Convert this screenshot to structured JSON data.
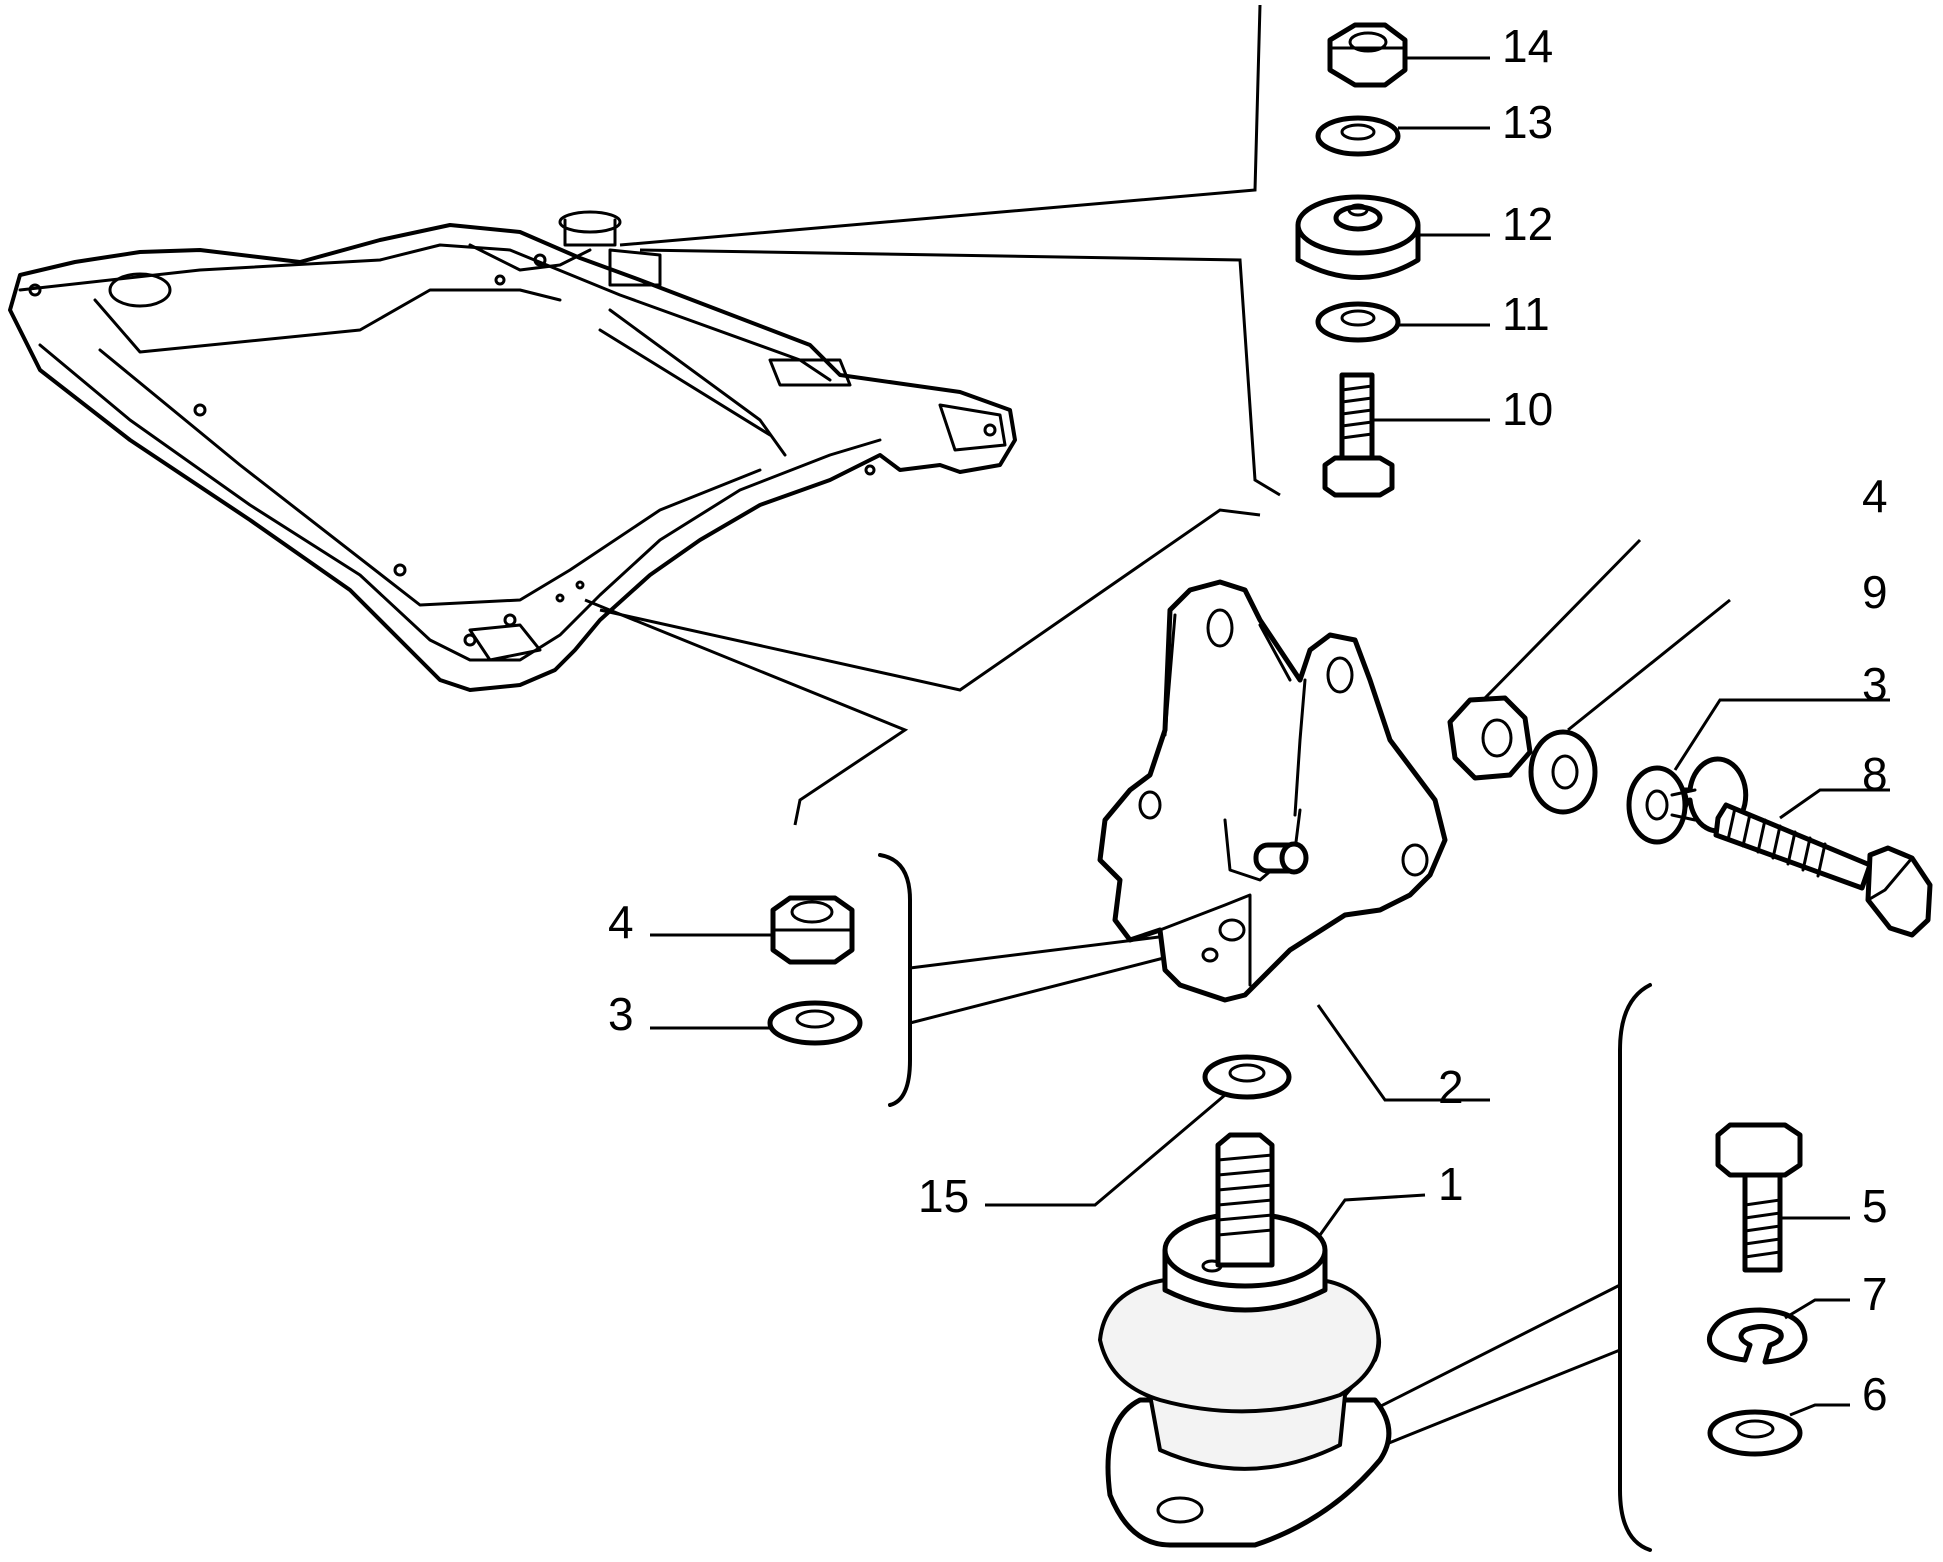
{
  "callouts": [
    {
      "id": "14",
      "text": "14"
    },
    {
      "id": "13",
      "text": "13"
    },
    {
      "id": "12",
      "text": "12"
    },
    {
      "id": "11",
      "text": "11"
    },
    {
      "id": "10",
      "text": "10"
    },
    {
      "id": "4a",
      "text": "4"
    },
    {
      "id": "9",
      "text": "9"
    },
    {
      "id": "3a",
      "text": "3"
    },
    {
      "id": "8",
      "text": "8"
    },
    {
      "id": "4b",
      "text": "4"
    },
    {
      "id": "3b",
      "text": "3"
    },
    {
      "id": "2",
      "text": "2"
    },
    {
      "id": "15",
      "text": "15"
    },
    {
      "id": "1",
      "text": "1"
    },
    {
      "id": "5",
      "text": "5"
    },
    {
      "id": "7",
      "text": "7"
    },
    {
      "id": "6",
      "text": "6"
    }
  ]
}
